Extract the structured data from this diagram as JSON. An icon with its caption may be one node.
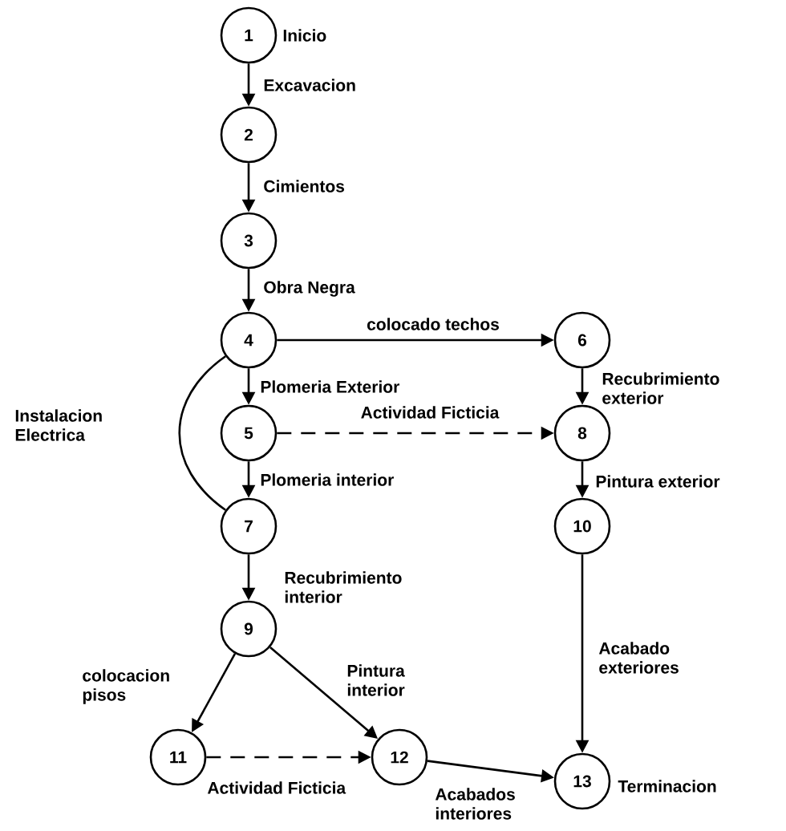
{
  "diagram": {
    "nodes": [
      {
        "text": [
          "1"
        ],
        "beside": [
          "Inicio"
        ]
      },
      {
        "text": [
          "2"
        ]
      },
      {
        "text": [
          "3"
        ]
      },
      {
        "text": [
          "4"
        ]
      },
      {
        "text": [
          "6"
        ]
      },
      {
        "text": [
          "5"
        ]
      },
      {
        "text": [
          "8"
        ]
      },
      {
        "text": [
          "7"
        ]
      },
      {
        "text": [
          "10"
        ]
      },
      {
        "text": [
          "9"
        ]
      },
      {
        "text": [
          "11"
        ]
      },
      {
        "text": [
          "12"
        ]
      },
      {
        "text": [
          "13"
        ],
        "beside": [
          "Terminacion"
        ]
      }
    ],
    "edges": [
      {
        "from": 0,
        "to": 1,
        "arrow": "to",
        "label": "Excavacion"
      },
      {
        "from": 1,
        "to": 2,
        "arrow": "to",
        "label": "Cimientos"
      },
      {
        "from": 2,
        "to": 3,
        "arrow": "to",
        "label": "Obra Negra"
      },
      {
        "from": 3,
        "to": 4,
        "arrow": "to",
        "label": "colocado techos"
      },
      {
        "from": 3,
        "to": 5,
        "arrow": "to",
        "label": "Plomeria Exterior"
      },
      {
        "from": 3,
        "to": 7,
        "arrow": "none",
        "label": "Instalacion Electrica"
      },
      {
        "from": 5,
        "to": 6,
        "arrow": "to",
        "label": "Actividad Ficticia",
        "style": "dashed"
      },
      {
        "from": 4,
        "to": 6,
        "arrow": "to",
        "label": "Recubrimiento exterior"
      },
      {
        "from": 5,
        "to": 7,
        "arrow": "to",
        "label": "Plomeria interior"
      },
      {
        "from": 6,
        "to": 8,
        "arrow": "to",
        "label": "Pintura exterior"
      },
      {
        "from": 7,
        "to": 9,
        "arrow": "to",
        "label": "Recubrimiento interior"
      },
      {
        "from": 8,
        "to": 12,
        "arrow": "to",
        "label": "Acabado exteriores"
      },
      {
        "from": 9,
        "to": 10,
        "arrow": "to",
        "label": "colocacion pisos"
      },
      {
        "from": 9,
        "to": 11,
        "arrow": "to",
        "label": "Pintura interior"
      },
      {
        "from": 10,
        "to": 11,
        "arrow": "to",
        "label": "Actividad Ficticia",
        "style": "dashed"
      },
      {
        "from": 11,
        "to": 12,
        "arrow": "to",
        "label": "Acabados interiores"
      }
    ]
  }
}
